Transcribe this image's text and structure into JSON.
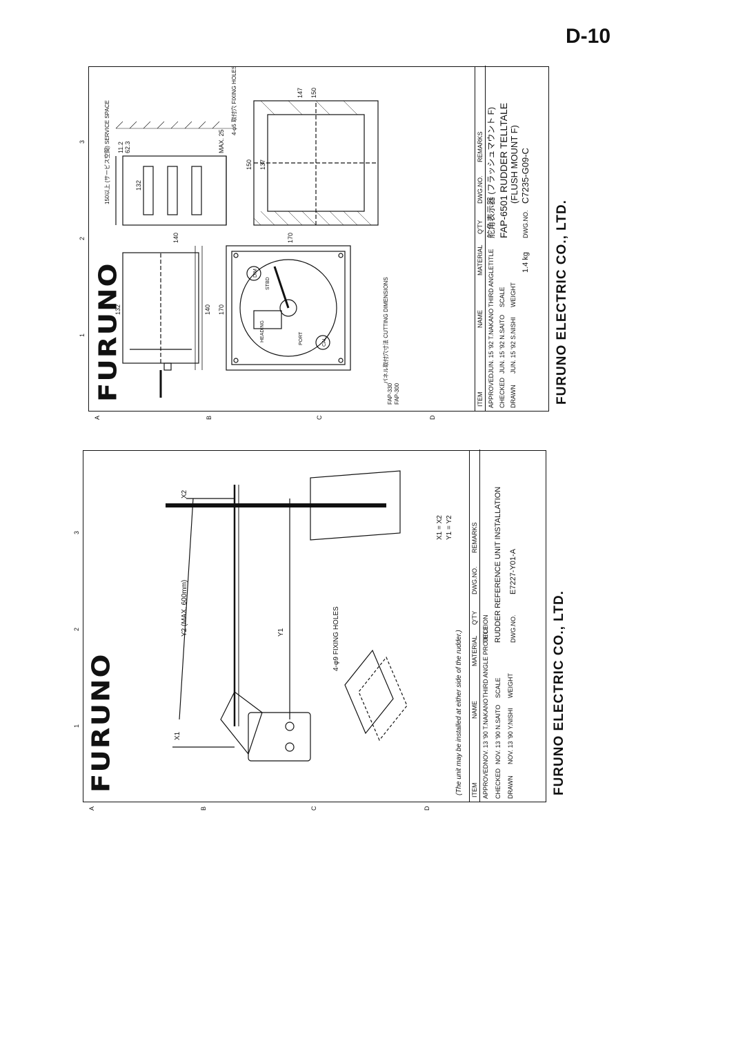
{
  "page_label": "D-10",
  "right_sheet": {
    "logo": "FURUNO",
    "column_numbers": [
      "1",
      "2",
      "3"
    ],
    "row_letters": [
      "A",
      "B",
      "C",
      "D"
    ],
    "dims": {
      "top_132": "132",
      "top_140": "140",
      "service_space": "150以上 (サービス空間) SERVICE SPACE",
      "d_62_3": "62.3",
      "d_11_2": "11.2",
      "max25": "MAX. 25",
      "d_170_bottom": "170",
      "d_170_side": "170",
      "d_140_side": "140",
      "d_132_side": "132",
      "d_150_top": "150",
      "d_137": "137",
      "d_147": "147",
      "d_150_side": "150",
      "fixing_holes": "4-φ5 取付穴 FIXING HOLES",
      "cutting_dims": "パネル取付穴寸法 CUTTING DIMENSIONS",
      "dial_labels": [
        "HEADING",
        "PORT",
        "STBD",
        "DIM",
        "CAL"
      ]
    },
    "notes": [
      "FAP-330",
      "FAP-300"
    ],
    "title_block": {
      "headers": [
        "ITEM",
        "NAME",
        "MATERIAL",
        "Q'TY",
        "DWG.NO.",
        "REMARKS"
      ],
      "approved_label": "APPROVED",
      "approved_value": "JUN. 15 '92  T.NAKANO",
      "checked_label": "CHECKED",
      "checked_value": "JUN. 15 '92  N.SAITO",
      "drawn_label": "DRAWN",
      "drawn_value": "JUN. 15 '92  S.NISHI",
      "projection": "THIRD ANGLE",
      "scale_label": "SCALE",
      "weight_label": "WEIGHT",
      "title_label": "TITLE",
      "title_jp": "舵角表示器 (フラッシュマウント F)",
      "title_line1": "FAP-6501  RUDDER TELLTALE",
      "title_line2": "(FLUSH MOUNT F)",
      "weight_value": "1.4 kg",
      "dwg_no_label": "DWG.NO.",
      "dwg_no": "C7235-G09-C"
    },
    "company": "FURUNO ELECTRIC CO., LTD."
  },
  "left_sheet": {
    "logo": "FURUNO",
    "column_numbers": [
      "1",
      "2",
      "3"
    ],
    "row_letters": [
      "A",
      "B",
      "C",
      "D"
    ],
    "labels": {
      "x1": "X1",
      "y1": "Y1",
      "x2": "X2",
      "y2": "Y2 (MAX. 600mm)",
      "fixing": "4-φ9 FIXING HOLES",
      "eq1": "X1 = X2",
      "eq2": "Y1 = Y2"
    },
    "note": "(The unit may be installed at either side of the rudder.)",
    "title_block": {
      "headers": [
        "ITEM",
        "NAME",
        "MATERIAL",
        "Q'TY",
        "DWG.NO.",
        "REMARKS"
      ],
      "approved_label": "APPROVED",
      "approved_value": "NOV. 13 '90  T.NAKANO",
      "checked_label": "CHECKED",
      "checked_value": "NOV. 13 '90  N.SAITO",
      "drawn_label": "DRAWN",
      "drawn_value": "NOV. 13 '90  Y.NISHI",
      "projection": "THIRD ANGLE PROJECTION",
      "scale_label": "SCALE",
      "weight_label": "WEIGHT",
      "title_label": "TITLE",
      "title": "RUDDER REFERENCE UNIT INSTALLATION",
      "dwg_no_label": "DWG.NO.",
      "dwg_no": "E7227-Y01-A"
    },
    "company": "FURUNO ELECTRIC CO., LTD."
  }
}
